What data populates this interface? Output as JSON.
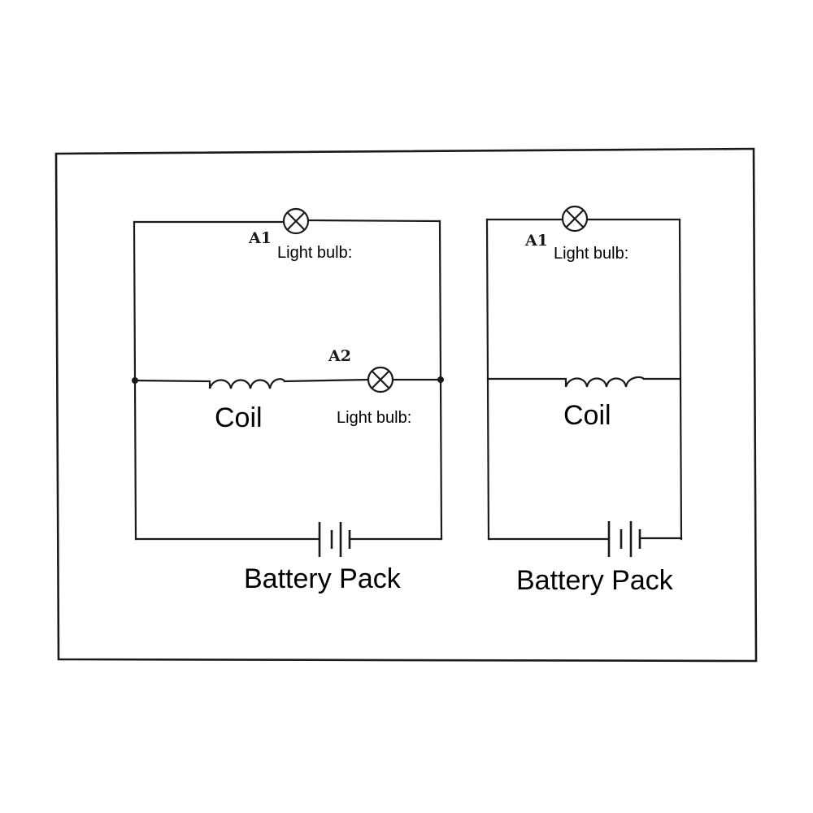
{
  "left_circuit": {
    "lamp_top_tag": "A1",
    "lamp_top_label": "Light bulb:",
    "lamp_mid_tag": "A2",
    "lamp_mid_label": "Light bulb:",
    "coil_label": "Coil",
    "battery_label": "Battery Pack"
  },
  "right_circuit": {
    "lamp_top_tag": "A1",
    "lamp_top_label": "Light bulb:",
    "coil_label": "Coil",
    "battery_label": "Battery Pack"
  }
}
